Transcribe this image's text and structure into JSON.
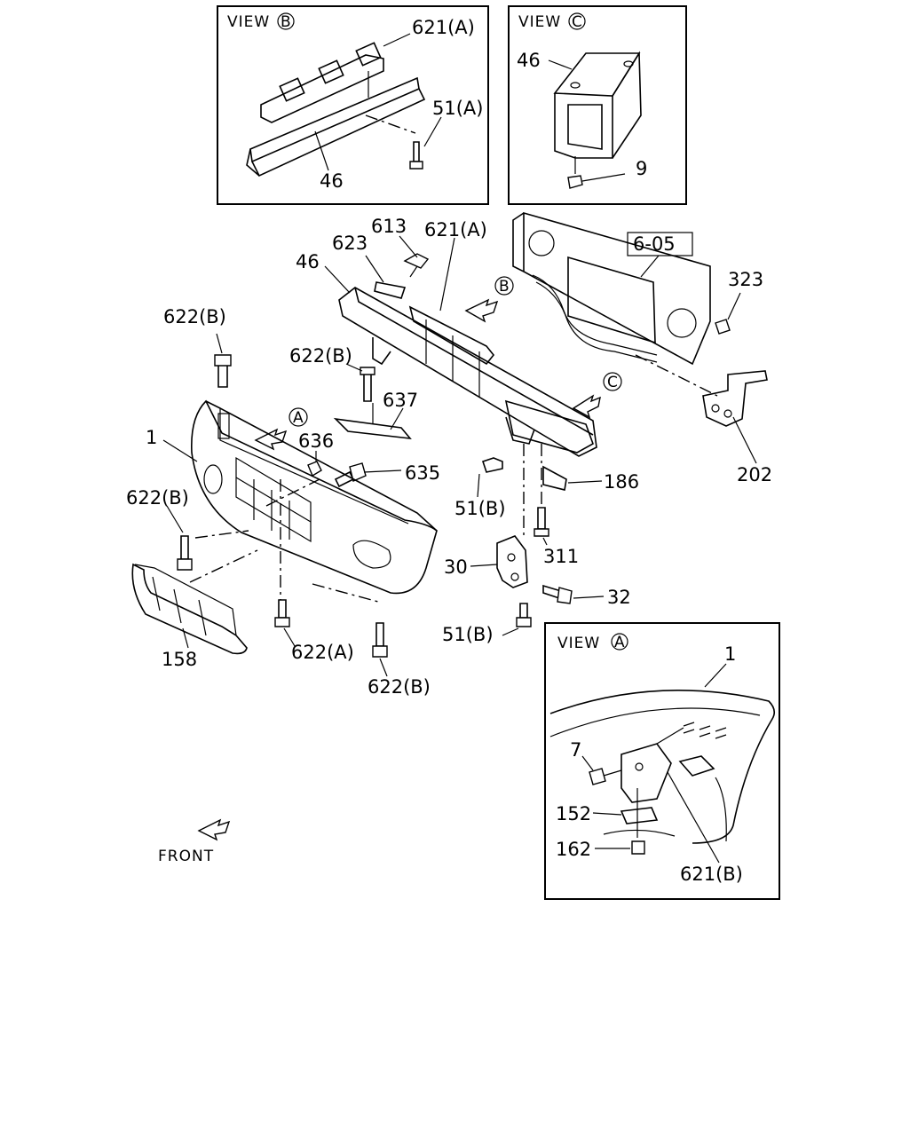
{
  "views": {
    "b": {
      "prefix": "VIEW",
      "letter": "B"
    },
    "c": {
      "prefix": "VIEW",
      "letter": "C"
    },
    "a": {
      "prefix": "VIEW",
      "letter": "A"
    }
  },
  "reference": "6-05",
  "front_label": "FRONT",
  "callouts": {
    "view_b_621a": "621(A)",
    "view_b_51a": "51(A)",
    "view_b_46": "46",
    "view_c_46": "46",
    "view_c_9": "9",
    "p613": "613",
    "p621a": "621(A)",
    "p623": "623",
    "p46": "46",
    "p323": "323",
    "p622b_top": "622(B)",
    "p622b_mid": "622(B)",
    "p637": "637",
    "p636": "636",
    "p635": "635",
    "p1": "1",
    "p622b_left": "622(B)",
    "p158": "158",
    "p622a": "622(A)",
    "p622b_bottom": "622(B)",
    "p51b_upper": "51(B)",
    "p186": "186",
    "p311": "311",
    "p30": "30",
    "p32": "32",
    "p51b_lower": "51(B)",
    "p202": "202",
    "view_a_1": "1",
    "view_a_7": "7",
    "view_a_152": "152",
    "view_a_162": "162",
    "view_a_621b": "621(B)"
  },
  "markers": {
    "b": "B",
    "c": "C",
    "a": "A"
  }
}
